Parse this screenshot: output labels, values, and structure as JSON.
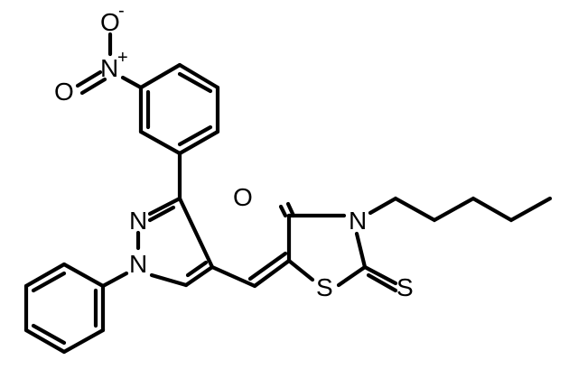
{
  "atoms": {
    "nitro_o_minus": {
      "symbol": "O",
      "charge": "-"
    },
    "nitro_n_plus": {
      "symbol": "N",
      "charge": "+"
    },
    "nitro_o": {
      "symbol": "O"
    },
    "pyrazole_n2": {
      "symbol": "N"
    },
    "pyrazole_n1": {
      "symbol": "N"
    },
    "carbonyl_o": {
      "symbol": "O"
    },
    "thiazolidine_n": {
      "symbol": "N"
    },
    "thiazolidine_s": {
      "symbol": "S"
    },
    "thione_s": {
      "symbol": "S"
    }
  }
}
